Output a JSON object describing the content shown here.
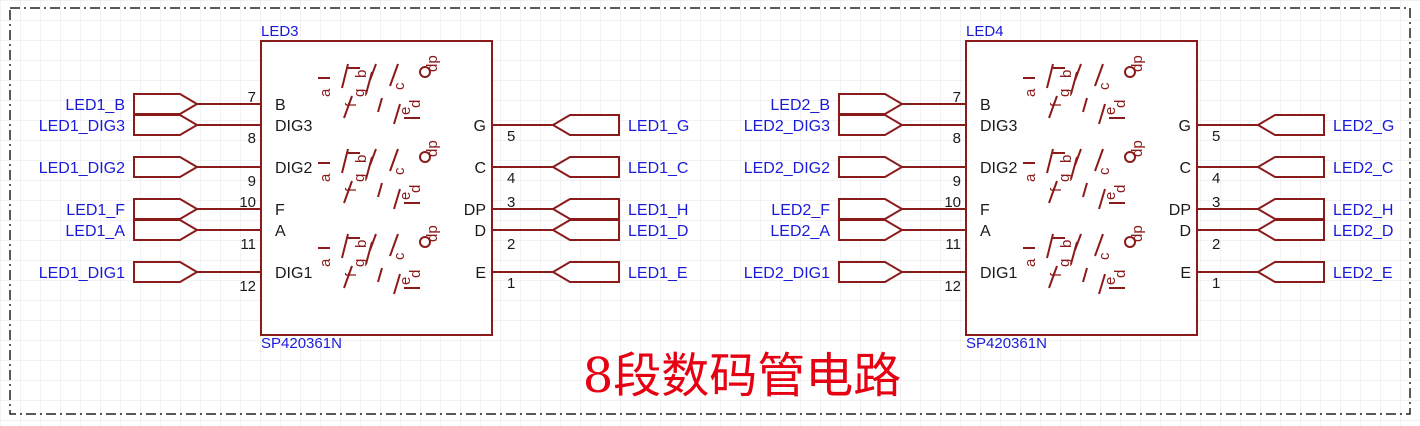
{
  "title": "8段数码管电路",
  "colors": {
    "wire": "#8b1a1a",
    "net_label": "#1a1adb",
    "title": "#e60012",
    "grid": "#e6e6e6",
    "frame": "#222222"
  },
  "segment_glyphs": {
    "a": "a",
    "b": "b",
    "c": "c",
    "d": "d",
    "e": "e",
    "f": "f",
    "g": "g",
    "dp": "dp"
  },
  "components": [
    {
      "designator": "LED3",
      "part": "SP420361N",
      "left_pins": [
        {
          "name": "B",
          "num": "7",
          "net": "LED1_B"
        },
        {
          "name": "DIG3",
          "num": "8",
          "net": "LED1_DIG3"
        },
        {
          "name": "DIG2",
          "num": "9",
          "net": "LED1_DIG2"
        },
        {
          "name": "F",
          "num": "10",
          "net": "LED1_F"
        },
        {
          "name": "A",
          "num": "11",
          "net": "LED1_A"
        },
        {
          "name": "DIG1",
          "num": "12",
          "net": "LED1_DIG1"
        }
      ],
      "right_pins": [
        {
          "name": "G",
          "num": "5",
          "net": "LED1_G"
        },
        {
          "name": "C",
          "num": "4",
          "net": "LED1_C"
        },
        {
          "name": "DP",
          "num": "3",
          "net": "LED1_H"
        },
        {
          "name": "D",
          "num": "2",
          "net": "LED1_D"
        },
        {
          "name": "E",
          "num": "1",
          "net": "LED1_E"
        }
      ]
    },
    {
      "designator": "LED4",
      "part": "SP420361N",
      "left_pins": [
        {
          "name": "B",
          "num": "7",
          "net": "LED2_B"
        },
        {
          "name": "DIG3",
          "num": "8",
          "net": "LED2_DIG3"
        },
        {
          "name": "DIG2",
          "num": "9",
          "net": "LED2_DIG2"
        },
        {
          "name": "F",
          "num": "10",
          "net": "LED2_F"
        },
        {
          "name": "A",
          "num": "11",
          "net": "LED2_A"
        },
        {
          "name": "DIG1",
          "num": "12",
          "net": "LED2_DIG1"
        }
      ],
      "right_pins": [
        {
          "name": "G",
          "num": "5",
          "net": "LED2_G"
        },
        {
          "name": "C",
          "num": "4",
          "net": "LED2_C"
        },
        {
          "name": "DP",
          "num": "3",
          "net": "LED2_H"
        },
        {
          "name": "D",
          "num": "2",
          "net": "LED2_D"
        },
        {
          "name": "E",
          "num": "1",
          "net": "LED2_E"
        }
      ]
    }
  ]
}
